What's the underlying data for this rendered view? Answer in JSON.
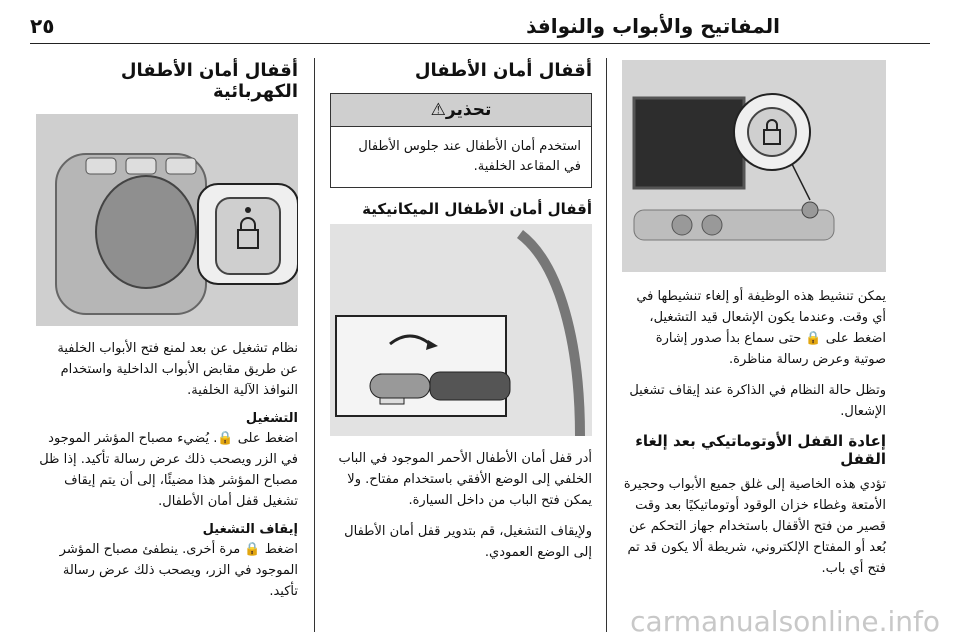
{
  "header": {
    "title": "المفاتيح والأبواب والنوافذ",
    "page_number": "٢٥"
  },
  "right_column": {
    "para1": "يمكن تنشيط هذه الوظيفة أو إلغاء تنشيطها في أي وقت. وعندما يكون الإشعال قيد التشغيل، اضغط على 🔒 حتى سماع بدأ صدور إشارة صوتية وعرض رسالة مناظرة.",
    "para2": "وتظل حالة النظام في الذاكرة عند إيقاف تشغيل الإشعال.",
    "heading": "إعادة القفل الأوتوماتيكي بعد إلغاء القفل",
    "para3": "تؤدي هذه الخاصية إلى غلق جميع الأبواب وحجيرة الأمتعة وغطاء خزان الوقود أوتوماتيكيًا بعد وقت قصير من فتح الأقفال باستخدام جهاز التحكم عن بُعد أو المفتاح الإلكتروني، شريطة ألا يكون قد تم فتح أي باب."
  },
  "middle_column": {
    "title": "أقفال أمان الأطفال",
    "warning_heading": "تحذير⚠",
    "warning_text": "استخدم أمان الأطفال عند جلوس الأطفال في المقاعد الخلفية.",
    "heading": "أقفال أمان الأطفال الميكانيكية",
    "para1": "أدر قفل أمان الأطفال الأحمر الموجود في الباب الخلفي إلى الوضع الأفقي باستخدام مفتاح. ولا يمكن فتح الباب من داخل السيارة.",
    "para2": "ولإيقاف التشغيل، قم بتدوير قفل أمان الأطفال إلى الوضع العمودي."
  },
  "left_column": {
    "title": "أقفال أمان الأطفال الكهربائية",
    "para1": "نظام تشغيل عن بعد لمنع فتح الأبواب الخلفية عن طريق مقابض الأبواب الداخلية واستخدام النوافذ الآلية الخلفية.",
    "sub1": "التشغيل",
    "para2": "اضغط على 🔒. يُضيء مصباح المؤشر الموجود في الزر ويصحب ذلك عرض رسالة تأكيد. إذا ظل مصباح المؤشر هذا مضيئًا، إلى أن يتم إيقاف تشغيل قفل أمان الأطفال.",
    "sub2": "إيقاف التشغيل",
    "para3": "اضغط 🔒 مرة أخرى. ينطفئ مصباح المؤشر الموجود في الزر، ويصحب ذلك عرض رسالة تأكيد."
  },
  "watermark": "carmanualsonline.info",
  "icons": [
    "lock-button-icon",
    "warning-triangle-icon"
  ]
}
